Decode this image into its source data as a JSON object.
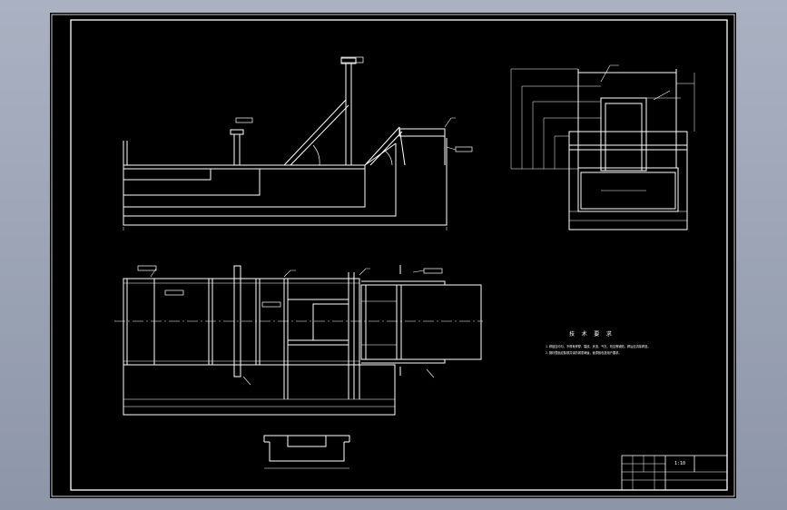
{
  "drawing": {
    "background": "#000000",
    "line_color": "#ffffff",
    "centerline_style": "dash-dot"
  },
  "technical_requirements": {
    "title": "技 术 要 求",
    "lines": [
      "1.焊缝应均匀，不得有焊穿、裂纹、夹渣、气孔、咬边等缺陷，焊后应清除焊渣。",
      "2.钢材表面应除锈并涂防锈漆两遍，面漆颜色按用户要求。"
    ]
  },
  "title_block": {
    "scale": "1:10"
  }
}
